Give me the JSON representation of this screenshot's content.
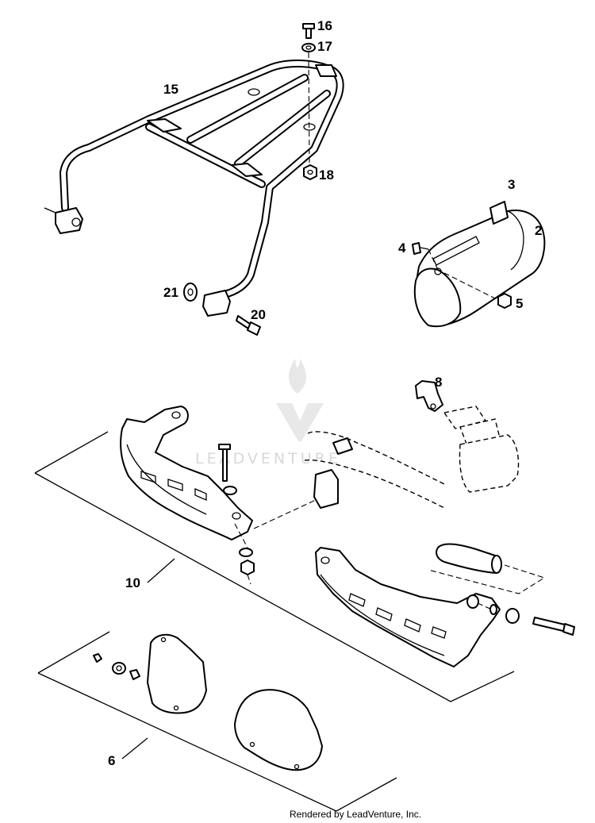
{
  "diagram": {
    "callouts": {
      "c16": "16",
      "c17": "17",
      "c15": "15",
      "c18": "18",
      "c3": "3",
      "c2": "2",
      "c4": "4",
      "c5": "5",
      "c21": "21",
      "c20": "20",
      "c8": "8",
      "c10": "10",
      "c6": "6"
    },
    "watermark": "LEADVENTURE",
    "credit": "Rendered by LeadVenture, Inc."
  }
}
